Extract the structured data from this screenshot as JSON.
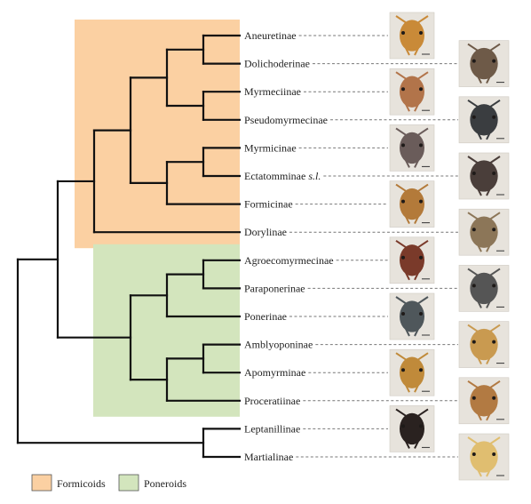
{
  "taxa": [
    {
      "name": "Aneuretinae"
    },
    {
      "name": "Dolichoderinae"
    },
    {
      "name": "Myrmeciinae"
    },
    {
      "name": "Pseudomyrmecinae"
    },
    {
      "name": "Myrmicinae"
    },
    {
      "name": "Ectatomminae",
      "suffix": "s.l."
    },
    {
      "name": "Formicinae"
    },
    {
      "name": "Dorylinae"
    },
    {
      "name": "Agroecomyrmecinae"
    },
    {
      "name": "Paraponerinae"
    },
    {
      "name": "Ponerinae"
    },
    {
      "name": "Amblyoponinae"
    },
    {
      "name": "Apomyrminae"
    },
    {
      "name": "Proceratiinae"
    },
    {
      "name": "Leptanillinae"
    },
    {
      "name": "Martialinae"
    }
  ],
  "tree": [
    [
      [
        [
          [
            [
              0,
              1
            ],
            [
              2,
              3
            ]
          ],
          [
            [
              4,
              5
            ],
            6
          ]
        ],
        7
      ],
      [
        [
          [
            8,
            9
          ],
          10
        ],
        [
          [
            11,
            12
          ],
          13
        ]
      ]
    ],
    [
      14,
      15
    ]
  ],
  "groups": [
    {
      "label": "Formicoids",
      "color": "#fbd0a2",
      "taxa": [
        0,
        7
      ]
    },
    {
      "label": "Poneroids",
      "color": "#d3e5bd",
      "taxa": [
        8,
        13
      ]
    }
  ],
  "photo_palette": [
    "#c98a38",
    "#6e5a48",
    "#b2744a",
    "#3a3d40",
    "#6a5c5a",
    "#4a3e3a",
    "#b37a3a",
    "#8c7658",
    "#7a3a2a",
    "#555555",
    "#4f575b",
    "#c99a50",
    "#c08a3a",
    "#b27a42",
    "#2a2220",
    "#e0be70"
  ],
  "legend": {
    "formicoids_label": "Formicoids",
    "poneroids_label": "Poneroids"
  }
}
